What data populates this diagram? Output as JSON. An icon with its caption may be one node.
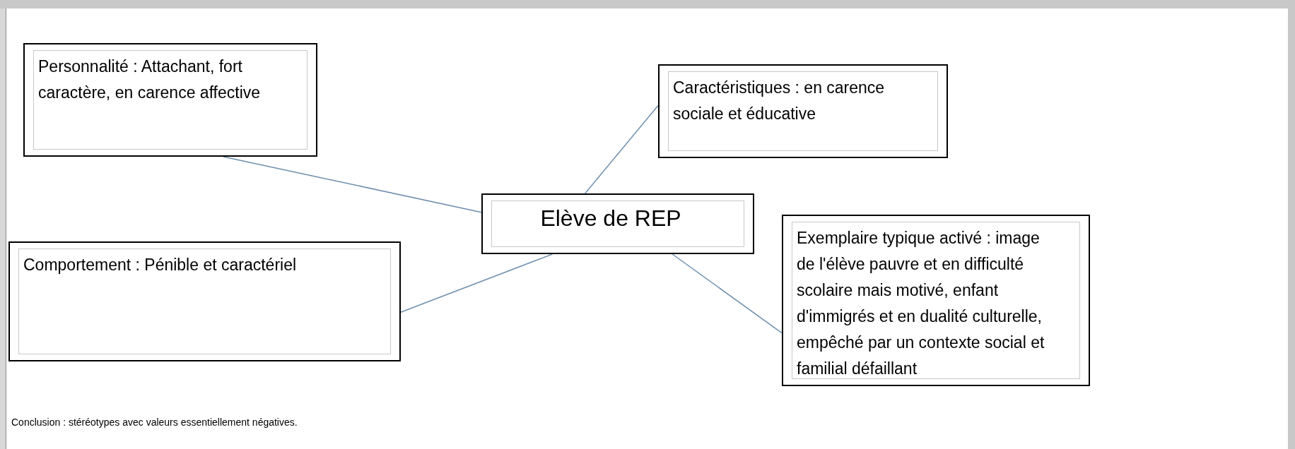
{
  "diagram": {
    "nodes": [
      {
        "text": [
          "Personnalité : Attachant, fort caractère, en carence affective"
        ]
      },
      {
        "text": [
          "Caractéristiques : en carence sociale et éducative"
        ]
      },
      {
        "text": [
          "Elève de REP"
        ]
      },
      {
        "text": [
          "Comportement : Pénible et caractériel"
        ]
      },
      {
        "text": [
          "Exemplaire typique activé : image de l'élève pauvre et en difficulté scolaire mais motivé, enfant d'immigrés et en dualité culturelle, empêché par un contexte social et familial défaillant"
        ]
      }
    ],
    "edges": [
      {
        "from": 0,
        "to": 2,
        "arrow": "none"
      },
      {
        "from": 1,
        "to": 2,
        "arrow": "none"
      },
      {
        "from": 3,
        "to": 2,
        "arrow": "none"
      },
      {
        "from": 4,
        "to": 2,
        "arrow": "none"
      }
    ],
    "labels": [
      "Conclusion : stéréotypes avec valeurs essentiellement négatives."
    ]
  }
}
